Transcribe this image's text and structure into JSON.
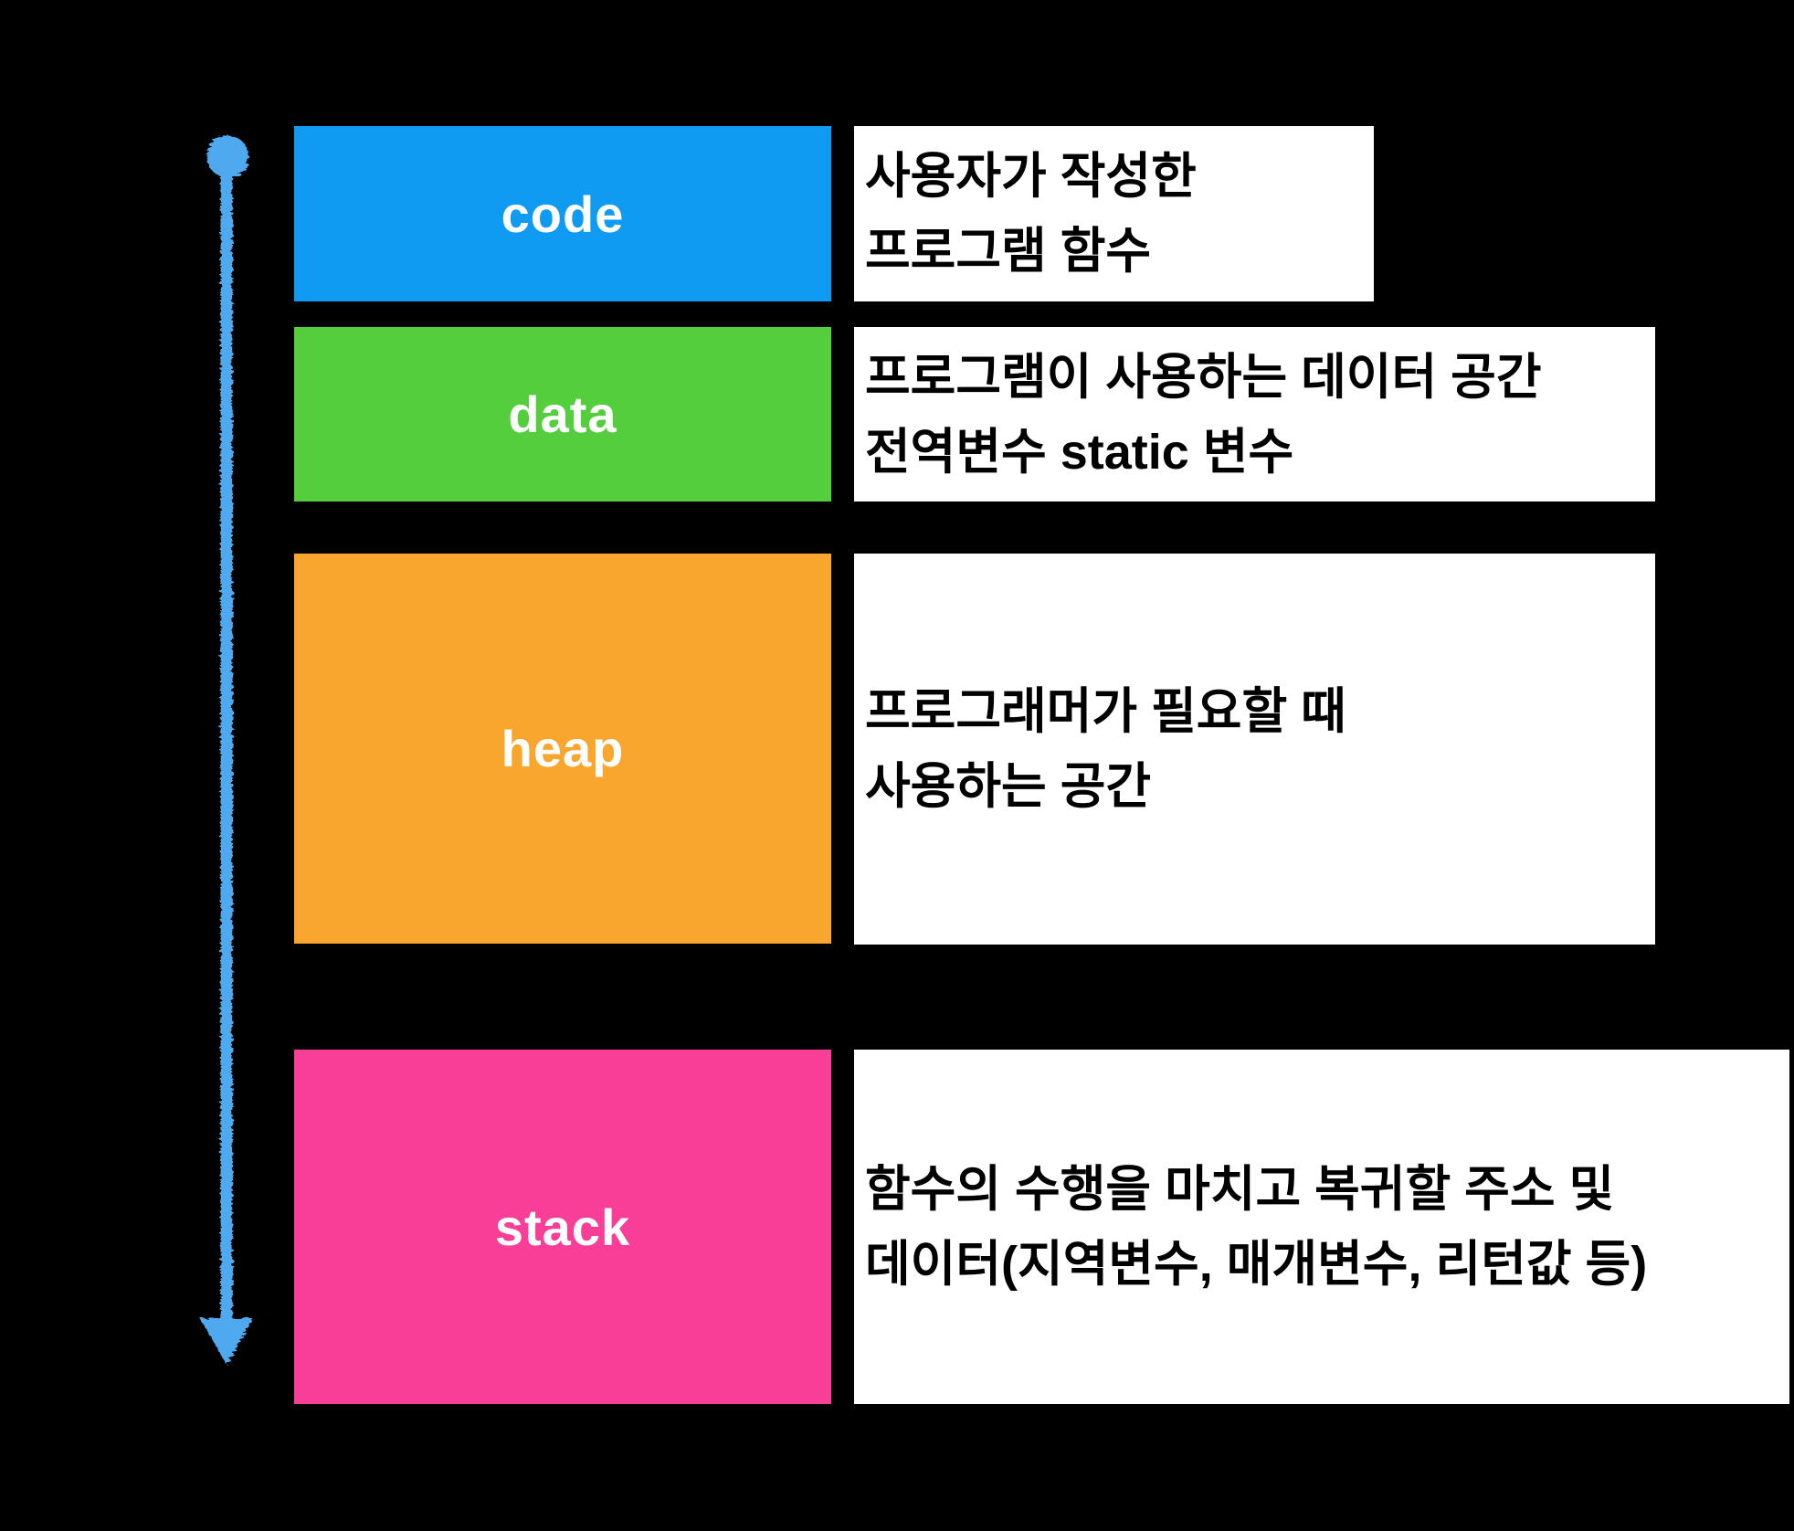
{
  "background_color": "#000000",
  "arrow": {
    "color": "#4FA9EF",
    "direction": "down"
  },
  "sections": [
    {
      "id": "code",
      "label": "code",
      "color": "#0F9BF2",
      "description_lines": [
        "사용자가 작성한",
        "프로그램 함수"
      ]
    },
    {
      "id": "data",
      "label": "data",
      "color": "#54CE3C",
      "description_lines": [
        "프로그램이 사용하는 데이터 공간",
        "전역변수 static 변수"
      ]
    },
    {
      "id": "heap",
      "label": "heap",
      "color": "#F9A62E",
      "description_lines": [
        "프로그래머가 필요할 때",
        "사용하는 공간"
      ]
    },
    {
      "id": "stack",
      "label": "stack",
      "color": "#F93E98",
      "description_lines": [
        "함수의 수행을 마치고 복귀할 주소 및",
        "데이터(지역변수, 매개변수, 리턴값 등)"
      ]
    }
  ]
}
